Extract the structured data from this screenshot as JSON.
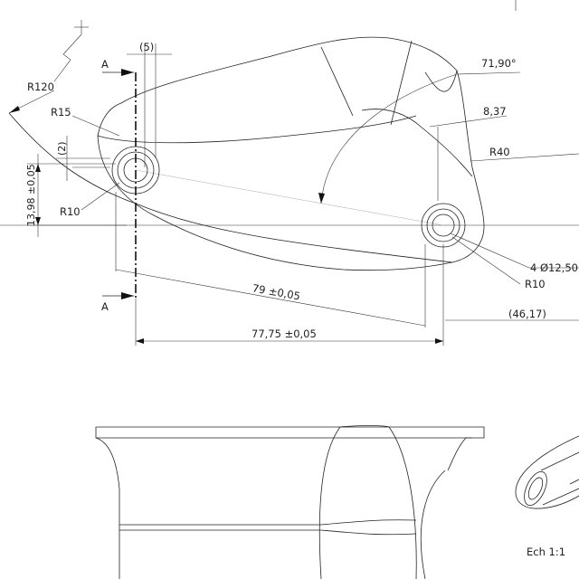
{
  "drawing": {
    "section_marker": "A",
    "scale_note": "Ech 1:1",
    "dimensions": {
      "r120": "R120",
      "r15": "R15",
      "r10_left": "R10",
      "r10_right": "R10",
      "r40": "R40",
      "dim_5": "(5)",
      "dim_2": "(2)",
      "height_13_98": "13,98 ±0,05",
      "angle_71_90": "71,90°",
      "dim_8_37": "8,37",
      "dia_12_50": "4 Ø12,50",
      "length_79": "79 ±0,05",
      "length_77_75": "77,75 ±0,05",
      "dim_46_17": "(46,17)"
    }
  }
}
